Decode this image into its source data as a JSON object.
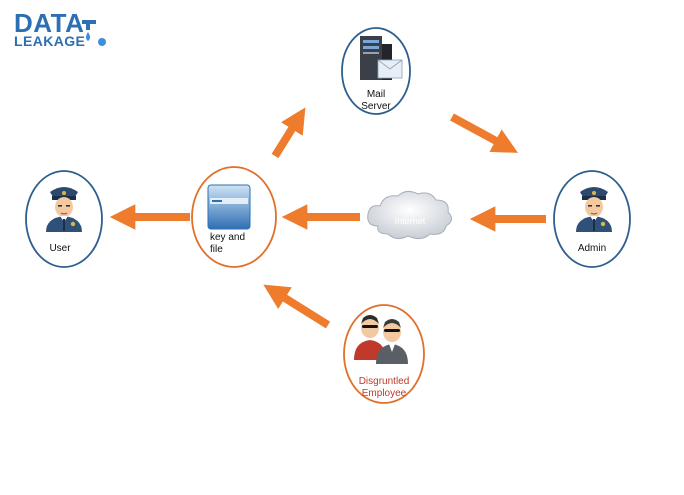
{
  "logo": {
    "line1": "DATA",
    "line2": "LEAKAGE"
  },
  "nodes": {
    "mail_server": {
      "label_line1": "Mail",
      "label_line2": "Server",
      "icon": "server-icon"
    },
    "user": {
      "label": "User",
      "icon": "police-officer-icon"
    },
    "key_file": {
      "label_line1": "key and",
      "label_line2": "file",
      "icon": "document-icon"
    },
    "internet": {
      "label": "Internet",
      "icon": "cloud-icon"
    },
    "admin": {
      "label": "Admin",
      "icon": "police-officer-icon"
    },
    "disgruntled": {
      "label_line1": "Disgruntled",
      "label_line2": "Employee",
      "icon": "two-agents-icon"
    }
  },
  "colors": {
    "arrow": "#ef7b2c",
    "logo": "#2c6fb4",
    "circle_blue": "#2e5e8e",
    "circle_orange": "#e0702a",
    "label_red": "#c0392b"
  }
}
